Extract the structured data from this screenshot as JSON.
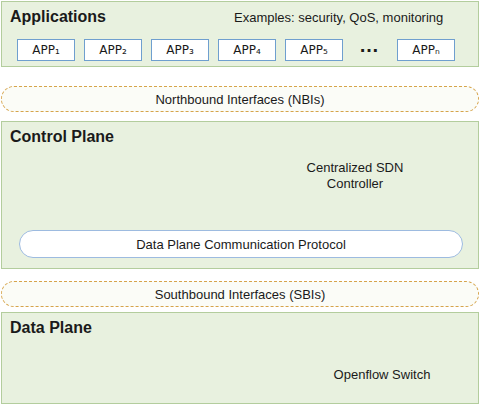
{
  "diagram": {
    "nodes": [
      {
        "text": [
          "Applications",
          "Examples: security, QoS, monitoring"
        ]
      },
      {
        "text": [
          "APP₁"
        ],
        "in": 0
      },
      {
        "text": [
          "APP₂"
        ],
        "in": 0
      },
      {
        "text": [
          "APP₃"
        ],
        "in": 0
      },
      {
        "text": [
          "APP₄"
        ],
        "in": 0
      },
      {
        "text": [
          "APP₅"
        ],
        "in": 0
      },
      {
        "text": [
          "APPₙ"
        ],
        "in": 0
      },
      {
        "text": [
          "Northbound Interfaces (NBIs)"
        ]
      },
      {
        "text": [
          "Control Plane",
          "Centralized SDN Controller"
        ]
      },
      {
        "text": [
          "Data Plane Communication Protocol"
        ],
        "in": 8
      },
      {
        "text": [
          "Southbound Interfaces (SBIs)"
        ]
      },
      {
        "text": [
          "Data Plane",
          "Openflow Switch"
        ]
      }
    ],
    "labels": [
      "…"
    ]
  }
}
